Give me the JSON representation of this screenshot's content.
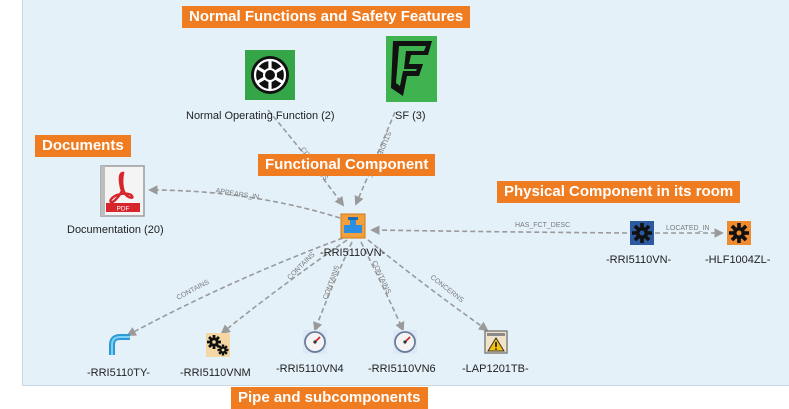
{
  "banners": {
    "normal_safety": "Normal Functions  and Safety Features",
    "documents": "Documents",
    "functional": "Functional Component",
    "physical": "Physical Component in its room",
    "pipe": "Pipe and subcomponents"
  },
  "nodes": {
    "normal_function": "Normal Operating Function (2)",
    "sf": "SF (3)",
    "documentation": "Documentation (20)",
    "center": "-RRI5110VN-",
    "physical": "-RRI5110VN-",
    "room": "-HLF1004ZL-",
    "ty": "-RRI5110TY-",
    "vnm": "-RRI5110VNM",
    "vn4": "-RRI5110VN4",
    "vn6": "-RRI5110VN6",
    "lap": "-LAP1201TB-"
  },
  "edges": {
    "concerns_nf": "CONCERNS",
    "studies_link": "STUDIES_LINK",
    "appears_in": "APPEARS_IN",
    "has_fct_desc": "HAS_FCT_DESC",
    "located_in": "LOCATED_IN",
    "contains_ty": "CONTAINS",
    "contains_vnm": "CONTAINS",
    "contains_vn4": "CONTAINS",
    "contains_vn6": "CONTAINS",
    "concerns_lap": "CONCERNS"
  },
  "icons": {
    "normal_function": "galactic-empire-icon",
    "sf": "foursquare-f-icon",
    "documentation": "pdf-document-icon",
    "center": "valve-component-icon",
    "physical": "gear-icon",
    "room": "gear-icon",
    "ty": "pipe-elbow-icon",
    "vnm": "gears-icon",
    "vn4": "gauge-icon",
    "vn6": "gauge-icon",
    "lap": "warning-panel-icon"
  },
  "colors": {
    "banner": "#f07c21",
    "canvas": "#e4f1f9",
    "edge": "#9a9a9a",
    "sf_green": "#3fb34f"
  }
}
